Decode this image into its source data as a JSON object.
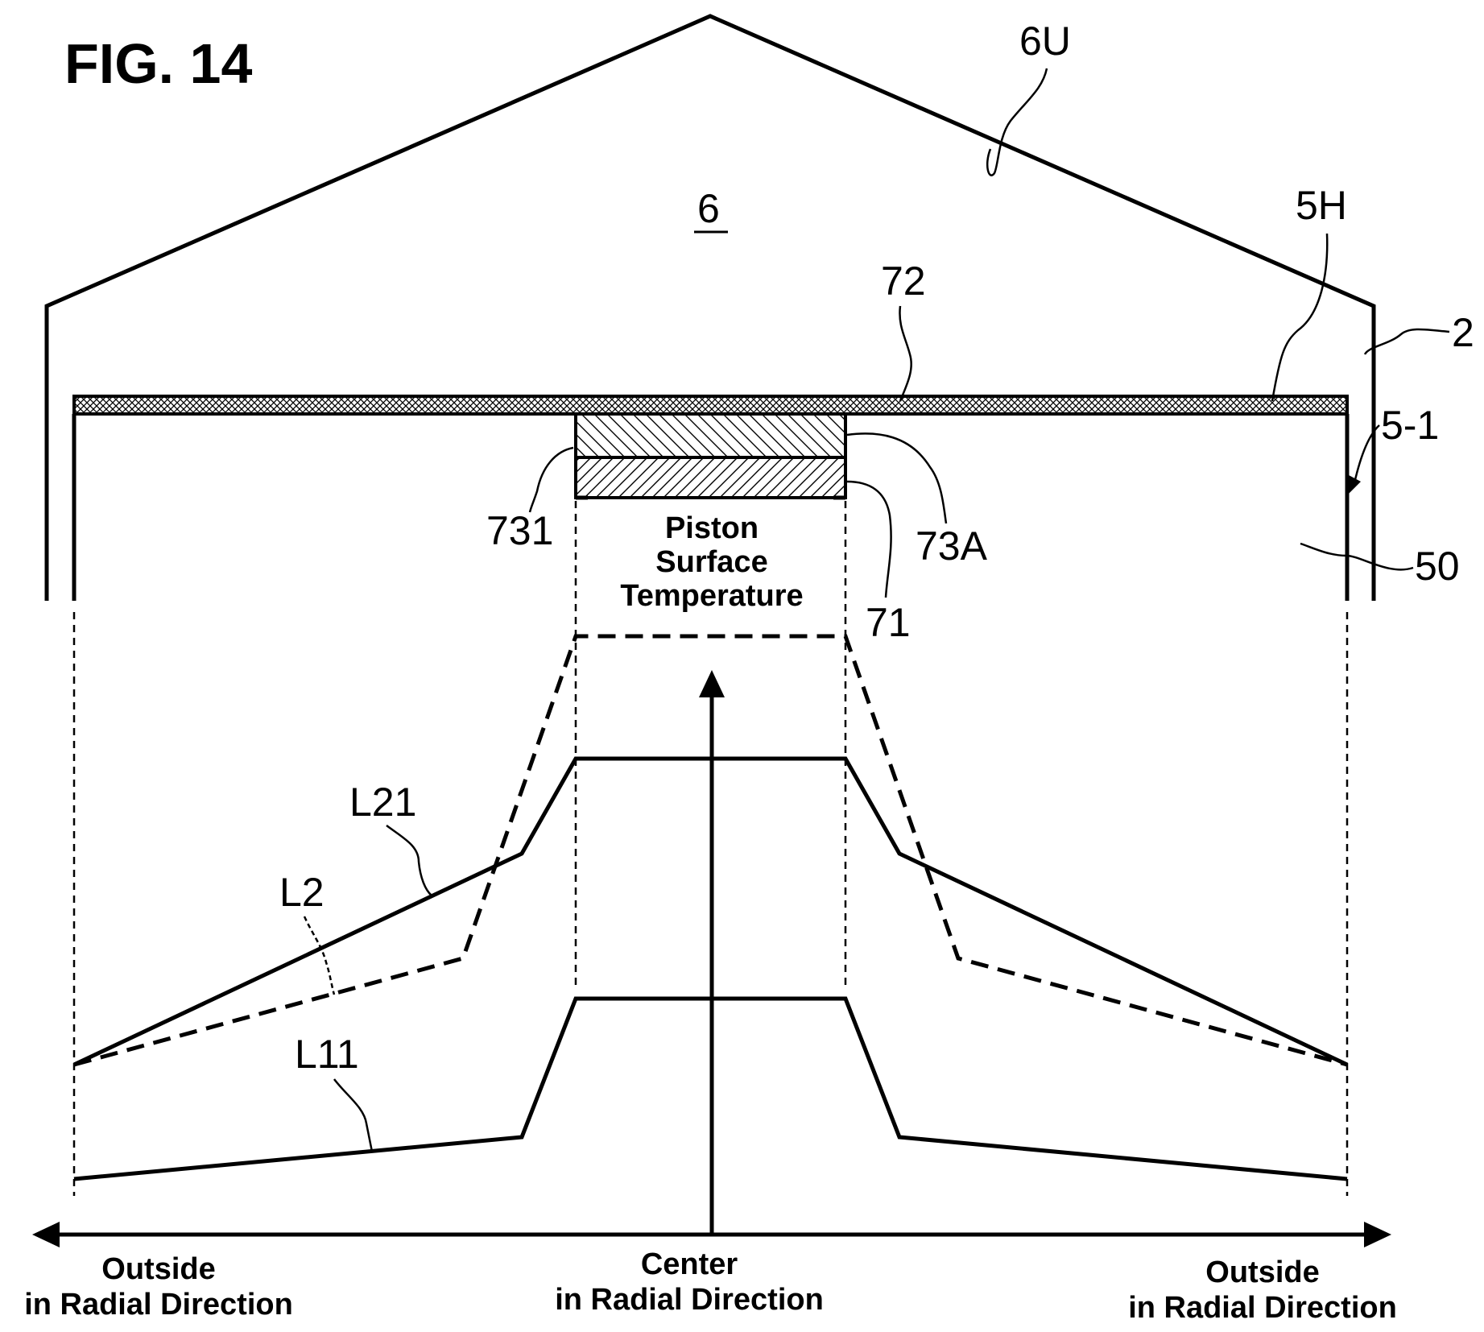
{
  "figure": {
    "title": "FIG. 14",
    "labels": {
      "combustion_chamber": "6",
      "cylinder_head_surface": "6U",
      "piston_crown_surface": "5H",
      "cylinder_wall": "2",
      "piston": "5-1",
      "piston_body": "50",
      "layer_72": "72",
      "layer_731": "731",
      "layer_73A": "73A",
      "layer_71": "71"
    },
    "axis": {
      "y_label_line1": "Piston",
      "y_label_line2": "Surface",
      "y_label_line3": "Temperature",
      "x_left_line1": "Outside",
      "x_left_line2": "in Radial Direction",
      "x_center_line1": "Center",
      "x_center_line2": "in Radial Direction",
      "x_right_line1": "Outside",
      "x_right_line2": "in Radial Direction"
    },
    "curves": {
      "L21": "L21",
      "L2": "L2",
      "L11": "L11"
    }
  }
}
